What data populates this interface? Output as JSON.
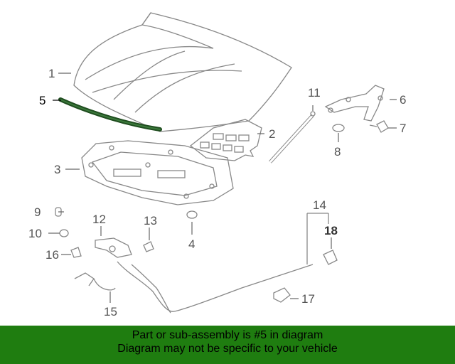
{
  "callouts": {
    "c1": "1",
    "c2": "2",
    "c3": "3",
    "c4": "4",
    "c5": "5",
    "c6": "6",
    "c7": "7",
    "c8": "8",
    "c9": "9",
    "c10": "10",
    "c11": "11",
    "c12": "12",
    "c13": "13",
    "c14": "14",
    "c15": "15",
    "c16": "16",
    "c17": "17",
    "c18": "18"
  },
  "highlight": {
    "part": "5",
    "color": "#1f4d1f"
  },
  "banner": {
    "line1": "Part or sub-assembly is #5 in diagram",
    "line2": "Diagram may not be specific to your vehicle",
    "background": "#1f7d10"
  }
}
